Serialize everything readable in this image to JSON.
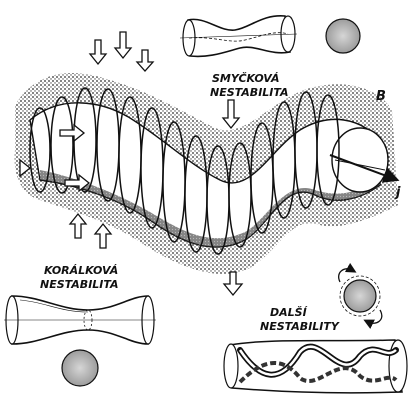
{
  "labels": {
    "kink_title_line1": "SMYČKOVÁ",
    "kink_title_line2": "NESTABILITA",
    "sausage_title_line1": "KORÁLKOVÁ",
    "sausage_title_line2": "NESTABILITA",
    "other_title_line1": "DALŠÍ",
    "other_title_line2": "NESTABILITY",
    "field_symbol": "B",
    "current_symbol": "j"
  },
  "colors": {
    "ink": "#111111",
    "shading": "#2a2a2a",
    "disc_fill": "#c9c9c9",
    "background": "#ffffff"
  }
}
